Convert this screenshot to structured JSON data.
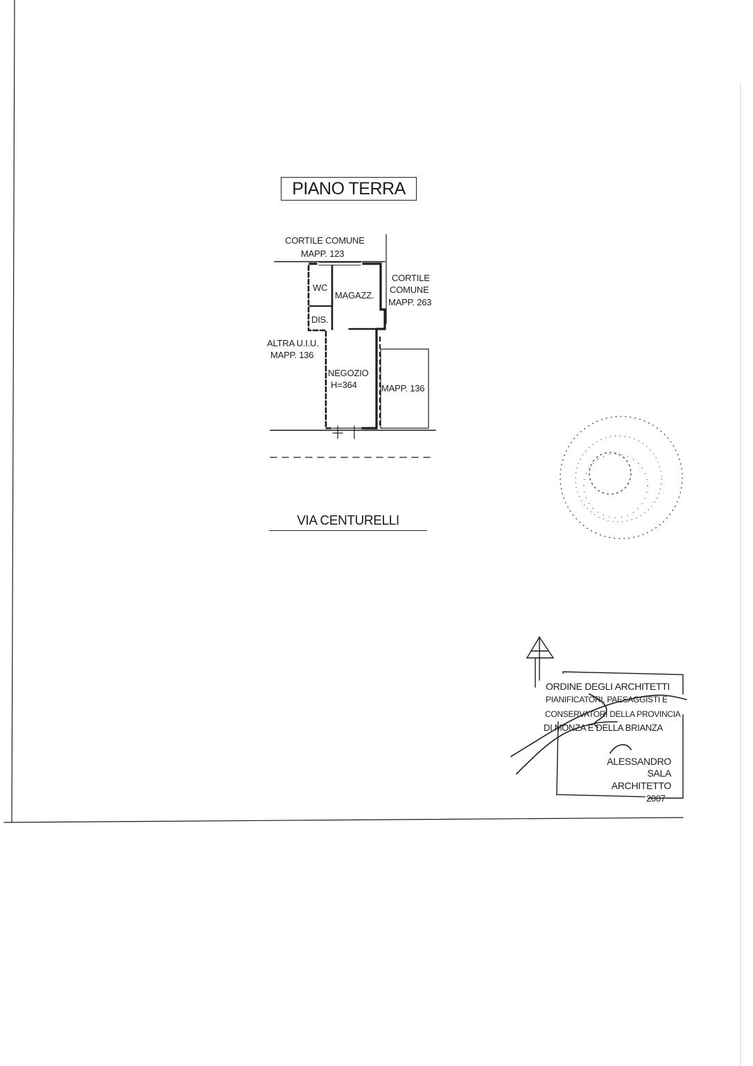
{
  "plan": {
    "title": "PIANO TERRA",
    "street": "VIA CENTURELLI"
  },
  "labels": {
    "cortile_north_1": "CORTILE COMUNE",
    "cortile_north_2": "MAPP. 123",
    "cortile_east_1": "CORTILE",
    "cortile_east_2": "COMUNE",
    "cortile_east_3": "MAPP. 263",
    "altra_1": "ALTRA U.I.U.",
    "altra_2": "MAPP. 136",
    "wc": "WC",
    "magazz": "MAGAZZ.",
    "dis": "DIS.",
    "negozio_1": "NEGOZIO",
    "negozio_2": "H=364",
    "mapp_east": "MAPP. 136"
  },
  "stamp": {
    "line1": "ORDINE DEGLI ARCHITETTI",
    "line2": "PIANIFICATORI, PAESAGGISTI E",
    "line3": "CONSERVATORI DELLA PROVINCIA",
    "line4": "DI MONZA E DELLA BRIANZA",
    "name1": "ALESSANDRO",
    "name2": "SALA",
    "role": "ARCHITETTO",
    "number": "2007"
  },
  "colors": {
    "ink": "#1c1c1c",
    "paper": "#ffffff"
  }
}
